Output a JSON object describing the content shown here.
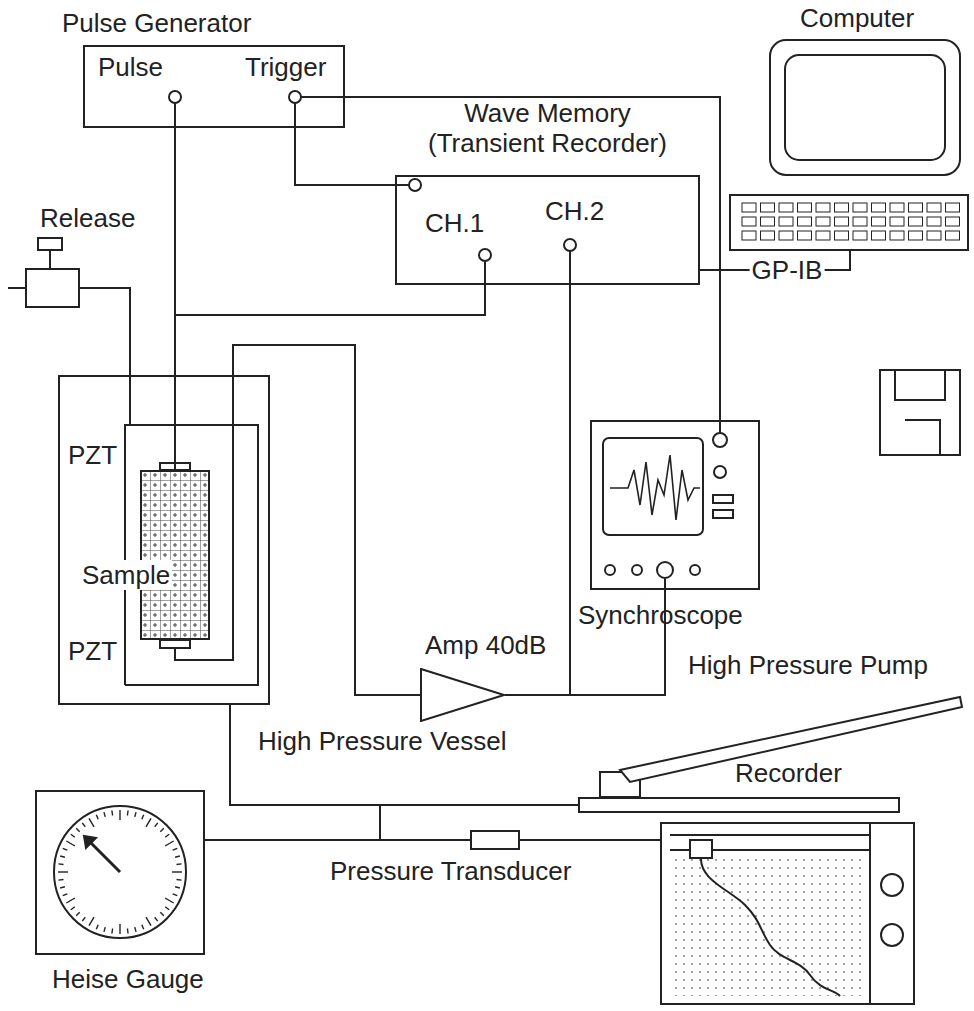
{
  "diagram": {
    "nodes": [
      {
        "text": [
          "Pulse Generator",
          "Pulse",
          "Trigger"
        ]
      },
      {
        "text": [
          "Computer"
        ]
      },
      {
        "text": [
          "Wave Memory (Transient Recorder)",
          "CH.1",
          "CH.2"
        ]
      },
      {
        "text": [
          "Release"
        ]
      },
      {
        "text": [
          "High Pressure Vessel"
        ]
      },
      {
        "text": [
          "Sample"
        ],
        "in": 4
      },
      {
        "text": [
          "Amp 40dB"
        ]
      },
      {
        "text": [
          "Synchroscope"
        ]
      },
      {
        "text": [
          "High Pressure Pump"
        ]
      },
      {
        "text": [
          "Heise Gauge"
        ]
      },
      {
        "text": [
          "Pressure Transducer"
        ]
      },
      {
        "text": [
          "Recorder"
        ]
      }
    ],
    "edges": [
      {
        "from": 0,
        "to": 5,
        "arrow": "none"
      },
      {
        "from": 0,
        "to": 2,
        "arrow": "none"
      },
      {
        "from": 0,
        "to": 2,
        "arrow": "none"
      },
      {
        "from": 0,
        "to": 7,
        "arrow": "none"
      },
      {
        "from": 5,
        "to": 6,
        "arrow": "none"
      },
      {
        "from": 6,
        "to": 2,
        "arrow": "none"
      },
      {
        "from": 6,
        "to": 7,
        "arrow": "none"
      },
      {
        "from": 2,
        "to": 1,
        "label": "GP-IB",
        "arrow": "none"
      },
      {
        "from": 3,
        "to": 4,
        "arrow": "none"
      },
      {
        "from": 4,
        "to": 8,
        "arrow": "none"
      },
      {
        "from": 4,
        "to": 9,
        "arrow": "none"
      },
      {
        "from": 4,
        "to": 10,
        "arrow": "none"
      },
      {
        "from": 10,
        "to": 11,
        "arrow": "none"
      }
    ],
    "labels": [
      "PZT",
      "PZT"
    ]
  }
}
